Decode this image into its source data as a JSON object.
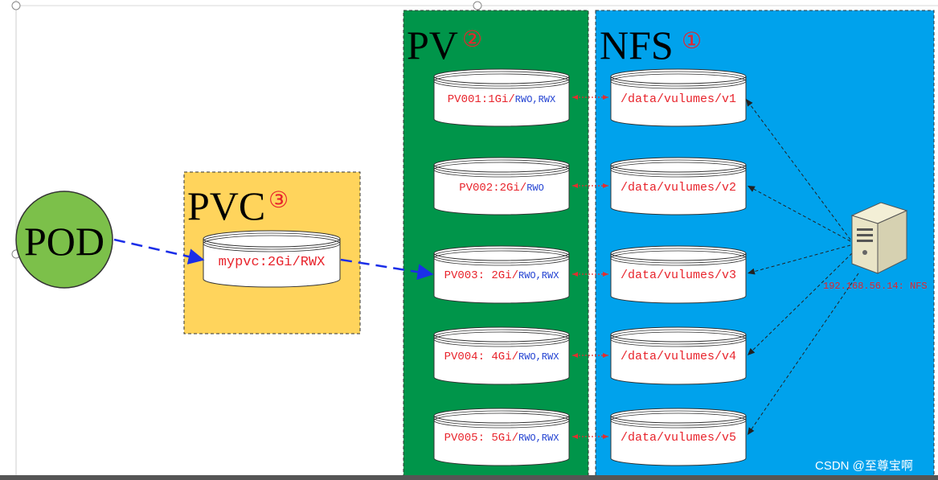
{
  "nodes": {
    "pod": {
      "label": "POD"
    },
    "pvc": {
      "title": "PVC",
      "num": "③",
      "claim": {
        "name": "mypvc:2Gi/",
        "mode": "RWX"
      }
    },
    "pv": {
      "title": "PV",
      "num": "②",
      "volumes": [
        {
          "name": "PV001:1Gi/",
          "mode": "RWO,RWX"
        },
        {
          "name": "PV002:2Gi/",
          "mode": "RWO"
        },
        {
          "name": "PV003: 2Gi/",
          "mode": "RWO,RWX"
        },
        {
          "name": "PV004: 4Gi/",
          "mode": "RWO,RWX"
        },
        {
          "name": "PV005: 5Gi/",
          "mode": "RWO,RWX"
        }
      ]
    },
    "nfs": {
      "title": "NFS",
      "num": "①",
      "paths": [
        "/data/vulumes/v1",
        "/data/vulumes/v2",
        "/data/vulumes/v3",
        "/data/vulumes/v4",
        "/data/vulumes/v5"
      ],
      "server_label": "192.168.56.14: NFS"
    }
  },
  "watermark": "CSDN @至尊宝啊",
  "colors": {
    "pod_fill": "#7cc04a",
    "pvc_fill": "#ffd45c",
    "pv_fill": "#00954a",
    "nfs_fill": "#00a2ec",
    "label_red": "#e8242c",
    "label_blue": "#1f3fd1",
    "link_blue": "#1b2ee8",
    "dotted_red": "#e03030"
  }
}
